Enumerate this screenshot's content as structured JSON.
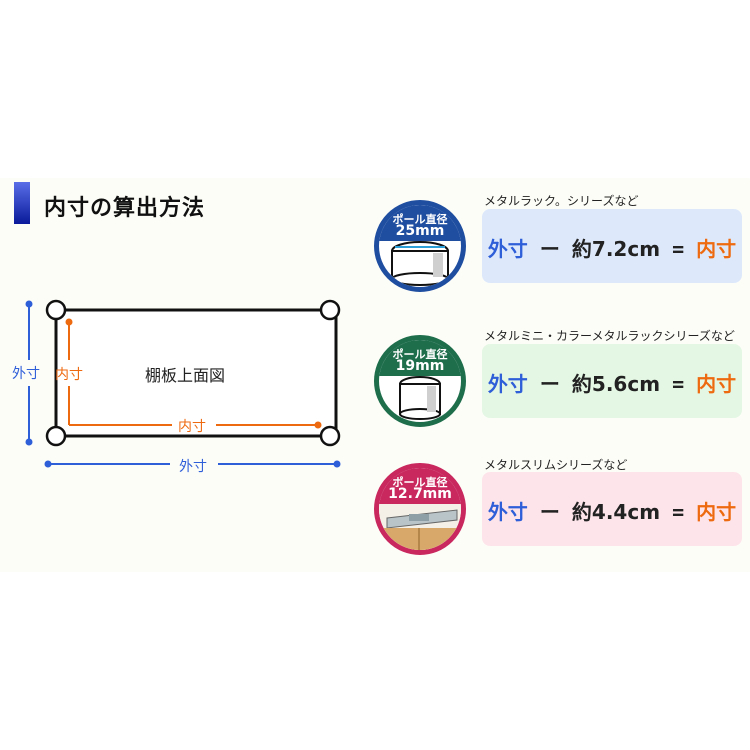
{
  "title": "内寸の算出方法",
  "diagram": {
    "center_label": "棚板上面図",
    "outer_label": "外寸",
    "inner_label": "内寸",
    "colors": {
      "outer": "#2e5ed8",
      "inner": "#ee6a10"
    }
  },
  "series": [
    {
      "name": "メタルラック。シリーズなど",
      "badge_title": "ポール直径",
      "badge_size": "25mm",
      "badge_color": "#1f4ea0",
      "formula_outer": "外寸",
      "formula_minus": "ー",
      "formula_value": "約7.2cm",
      "formula_equals": "=",
      "formula_inner": "内寸",
      "panel_color": "#dde9fb"
    },
    {
      "name": "メタルミニ・カラーメタルラックシリーズなど",
      "badge_title": "ポール直径",
      "badge_size": "19mm",
      "badge_color": "#1e6e4c",
      "formula_outer": "外寸",
      "formula_minus": "ー",
      "formula_value": "約5.6cm",
      "formula_equals": "=",
      "formula_inner": "内寸",
      "panel_color": "#e4f7e4"
    },
    {
      "name": "メタルスリムシリーズなど",
      "badge_title": "ポール直径",
      "badge_size": "12.7mm",
      "badge_color": "#c8285e",
      "formula_outer": "外寸",
      "formula_minus": "ー",
      "formula_value": "約4.4cm",
      "formula_equals": "=",
      "formula_inner": "内寸",
      "panel_color": "#fde4ea"
    }
  ]
}
